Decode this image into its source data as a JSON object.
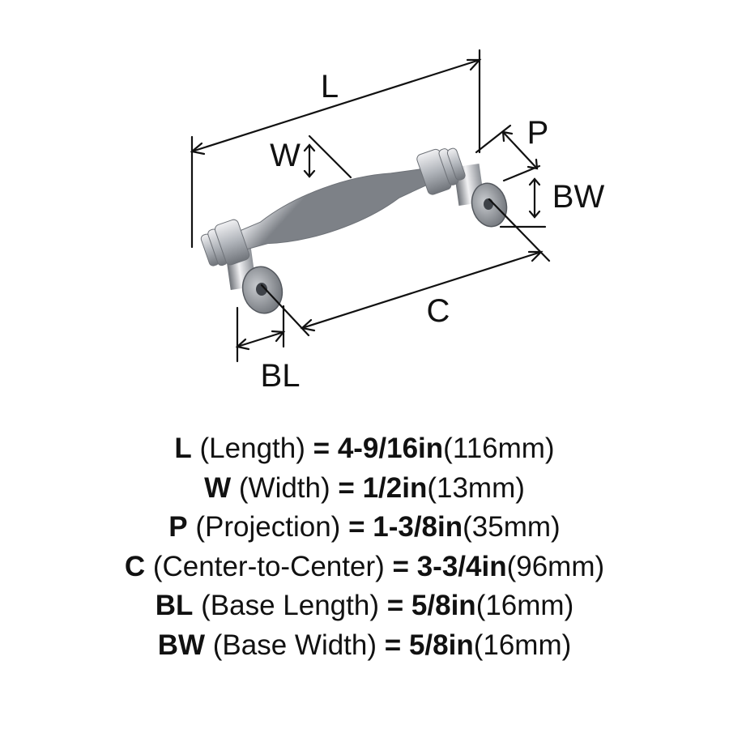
{
  "diagram": {
    "labels": {
      "L": "L",
      "W": "W",
      "P": "P",
      "BW": "BW",
      "C": "C",
      "BL": "BL"
    },
    "colors": {
      "line": "#111111",
      "metal_light": "#f4f4f6",
      "metal_mid": "#b8bcc2",
      "metal_dark": "#5e6268"
    }
  },
  "specs": [
    {
      "code": "L",
      "name": "(Length)",
      "equals": "=",
      "imperial": "4-9/16in",
      "metric": "(116mm)"
    },
    {
      "code": "W",
      "name": "(Width)",
      "equals": "=",
      "imperial": "1/2in",
      "metric": "(13mm)"
    },
    {
      "code": "P",
      "name": "(Projection)",
      "equals": "=",
      "imperial": "1-3/8in",
      "metric": "(35mm)"
    },
    {
      "code": "C",
      "name": "(Center-to-Center)",
      "equals": "=",
      "imperial": "3-3/4in",
      "metric": "(96mm)"
    },
    {
      "code": "BL",
      "name": "(Base Length)",
      "equals": "=",
      "imperial": "5/8in",
      "metric": "(16mm)"
    },
    {
      "code": "BW",
      "name": "(Base Width)",
      "equals": "=",
      "imperial": "5/8in",
      "metric": "(16mm)"
    }
  ]
}
